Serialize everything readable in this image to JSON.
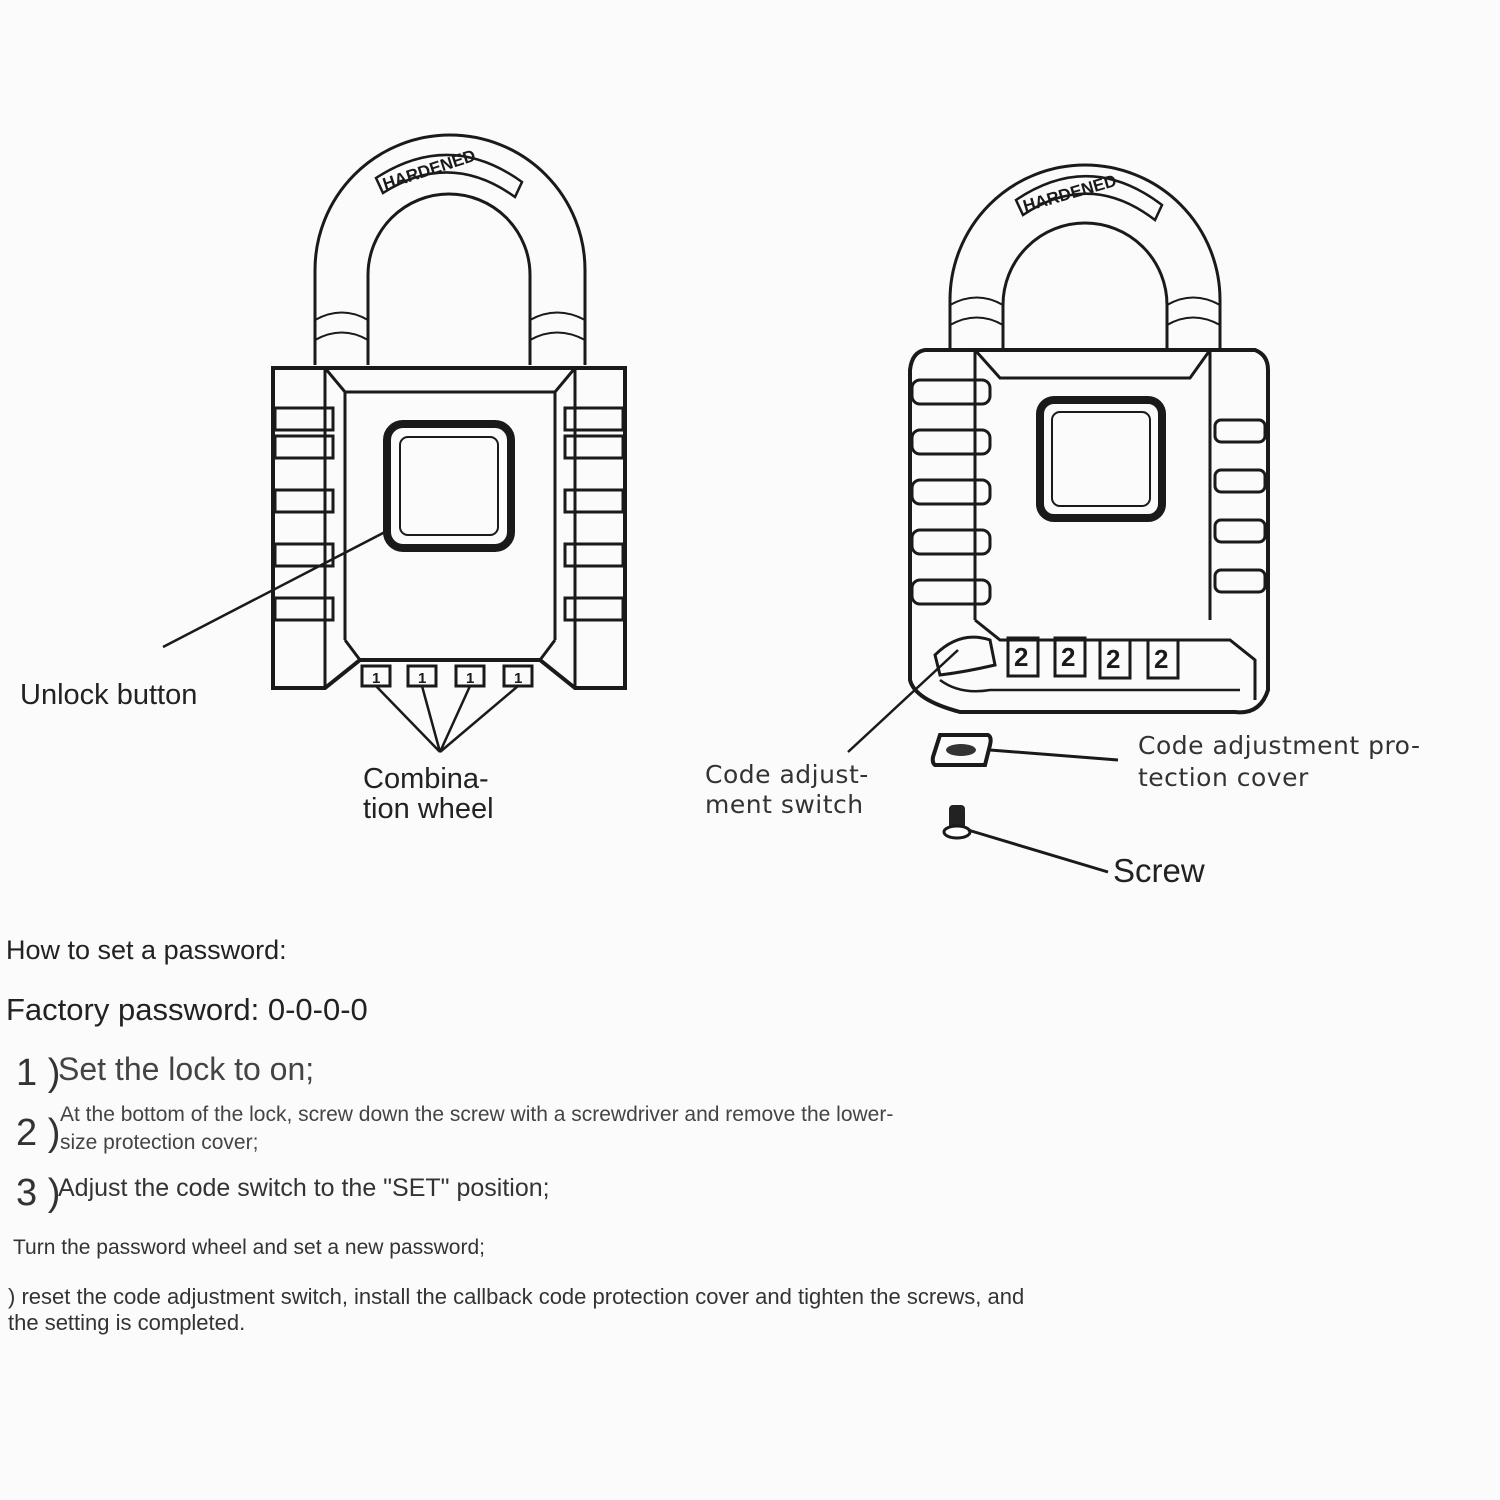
{
  "diagram": {
    "shackle_text": "HARDENED",
    "wheel_digits_front": [
      "1",
      "1",
      "1",
      "1"
    ],
    "wheel_digits_back": [
      "2",
      "2",
      "2",
      "2"
    ],
    "labels": {
      "unlock_button": "Unlock button",
      "combination_wheel_1": "Combina-",
      "combination_wheel_2": "tion wheel",
      "code_switch_1": "Code adjust-",
      "code_switch_2": "ment switch",
      "cover_1": "Code adjustment pro-",
      "cover_2": "tection cover",
      "screw": "Screw"
    }
  },
  "instructions": {
    "heading": "How to set a password:",
    "factory": "Factory password: 0-0-0-0",
    "steps": [
      {
        "num": "1 )",
        "text": "Set the lock to on;"
      },
      {
        "num": "2 )",
        "text_1": "At the bottom of the lock, screw down the screw with a screwdriver and remove the lower-",
        "text_2": "size protection cover;"
      },
      {
        "num": "3 )",
        "text": "Adjust the code switch to the \"SET\" position;"
      }
    ],
    "step4": "Turn the password wheel and set a new password;",
    "step5_1": ") reset the code adjustment switch, install the callback code protection cover and tighten the screws, and",
    "step5_2": "the setting is completed."
  }
}
